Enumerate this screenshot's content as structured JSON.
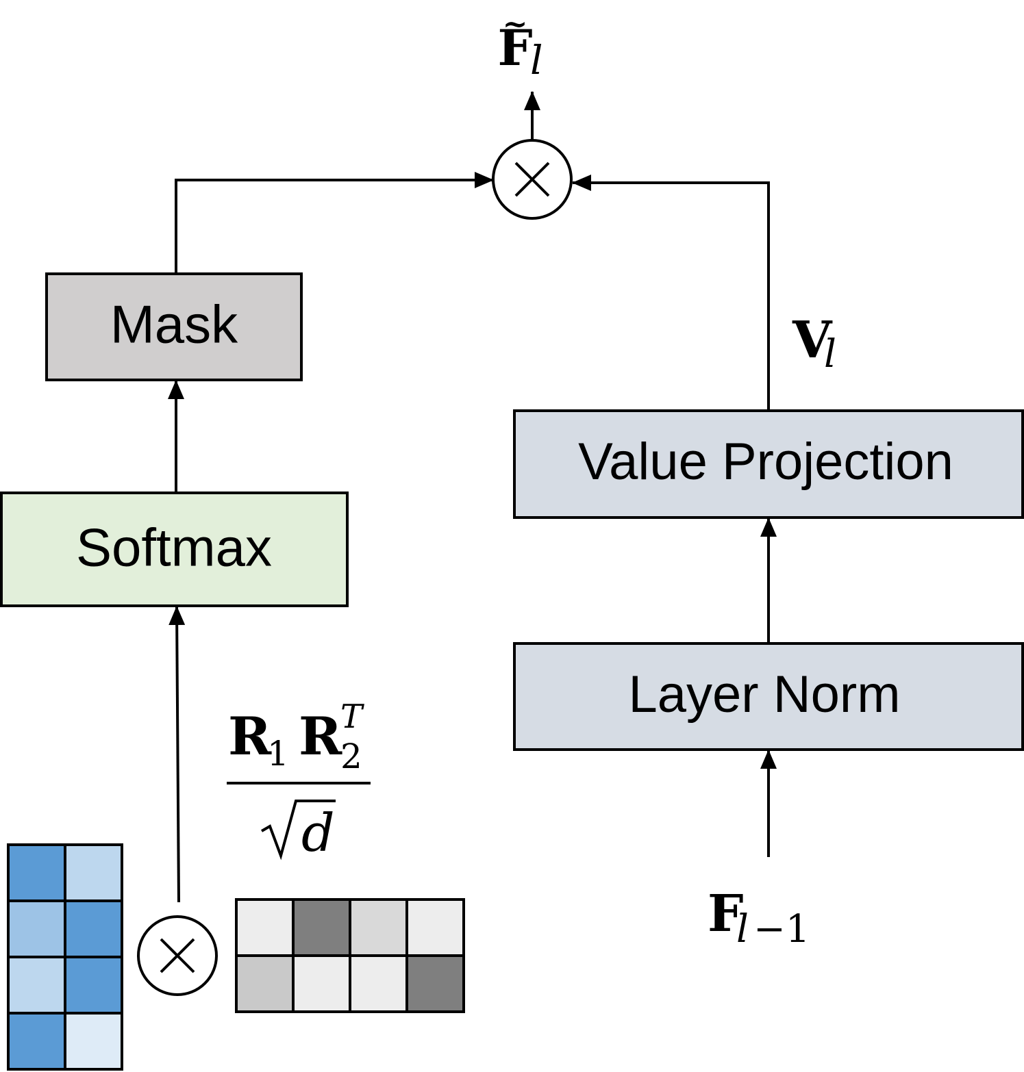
{
  "boxes": {
    "mask": {
      "label": "Mask",
      "fill": "#d0cece"
    },
    "softmax": {
      "label": "Softmax",
      "fill": "#e2efda"
    },
    "value_projection": {
      "label": "Value Projection",
      "fill": "#d6dce4"
    },
    "layer_norm": {
      "label": "Layer Norm",
      "fill": "#d6dce4"
    }
  },
  "operators": {
    "multiply_top": "⊗",
    "multiply_bottom": "⊗"
  },
  "labels": {
    "output": {
      "base": "F",
      "accent": "~",
      "sub": "l"
    },
    "value": {
      "base": "V",
      "sub": "l"
    },
    "input": {
      "base": "F",
      "sub_var": "l",
      "sub_rest": "−1"
    },
    "score": {
      "r1": "R",
      "r1_sub": "1",
      "r2": "R",
      "r2_sub": "2",
      "r2_sup": "T",
      "denominator_var": "d"
    }
  },
  "matrices": {
    "left": {
      "rows": 4,
      "cols": 2,
      "cells": [
        [
          "#5b9bd5",
          "#bdd7ee"
        ],
        [
          "#9dc3e6",
          "#5b9bd5"
        ],
        [
          "#bdd7ee",
          "#5b9bd5"
        ],
        [
          "#5b9bd5",
          "#deebf7"
        ]
      ]
    },
    "right": {
      "rows": 2,
      "cols": 4,
      "cells": [
        [
          "#ededed",
          "#7f7f7f",
          "#d9d9d9",
          "#ededed"
        ],
        [
          "#c9c9c9",
          "#ededed",
          "#ededed",
          "#7f7f7f"
        ]
      ]
    }
  },
  "colors": {
    "stroke": "#000000",
    "background": "#ffffff"
  }
}
